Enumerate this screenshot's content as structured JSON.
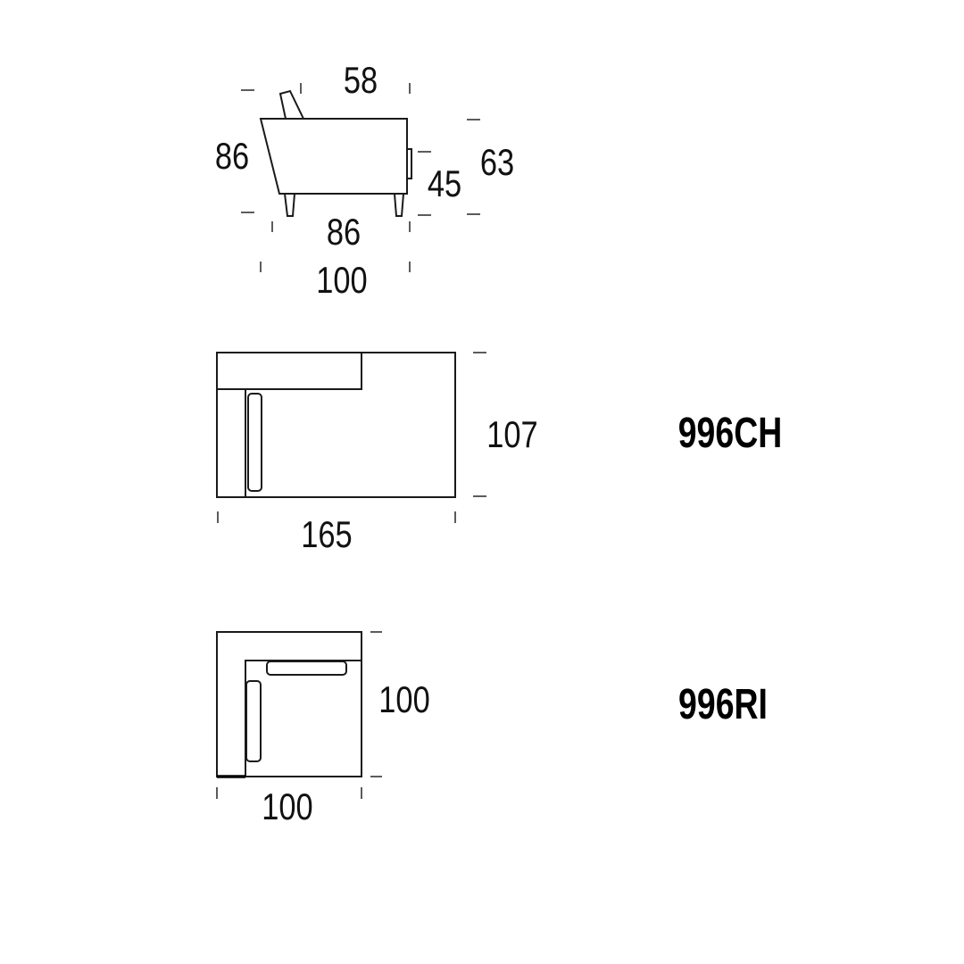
{
  "side_view": {
    "seat_depth": "58",
    "total_height": "86",
    "seat_height": "45",
    "arm_height": "63",
    "base_depth": "86",
    "total_depth": "100"
  },
  "module_ch": {
    "code": "996CH",
    "depth": "107",
    "width": "165"
  },
  "module_ri": {
    "code": "996RI",
    "depth": "100",
    "width": "100"
  }
}
